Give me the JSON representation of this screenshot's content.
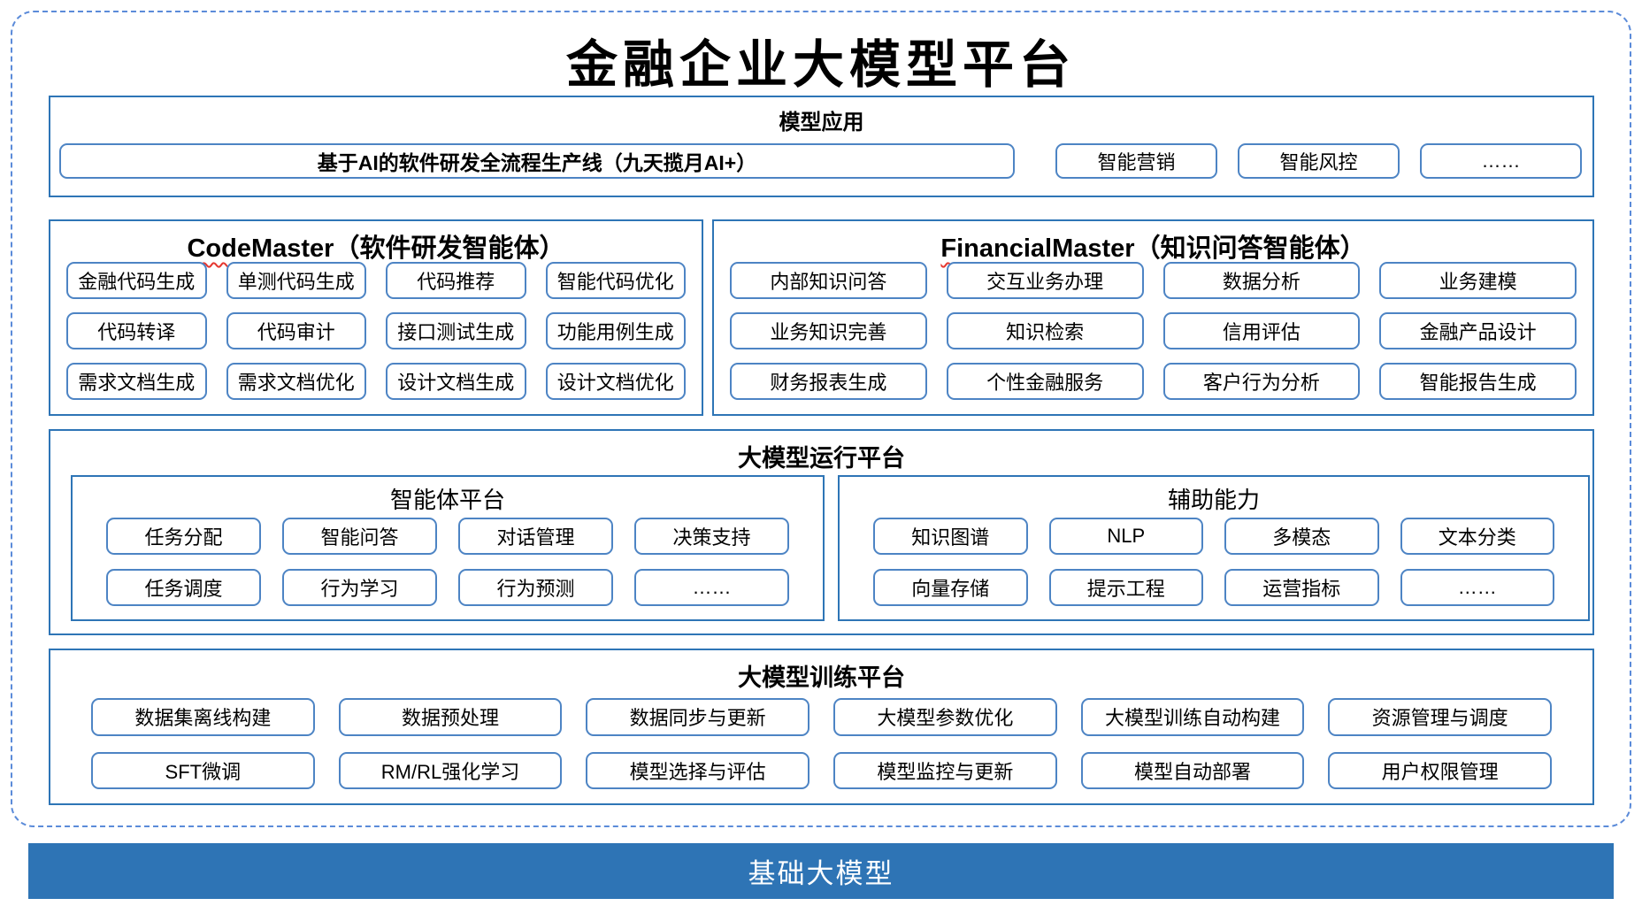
{
  "page_title": "金融企业大模型平台",
  "model_app": {
    "title": "模型应用",
    "pipeline": "基于AI的软件研发全流程生产线（九天揽月AI+）",
    "items": [
      "智能营销",
      "智能风控",
      "……"
    ]
  },
  "code_master": {
    "name": "CodeMaster",
    "subtitle": "（软件研发智能体）",
    "items": [
      "金融代码生成",
      "单测代码生成",
      "代码推荐",
      "智能代码优化",
      "代码转译",
      "代码审计",
      "接口测试生成",
      "功能用例生成",
      "需求文档生成",
      "需求文档优化",
      "设计文档生成",
      "设计文档优化"
    ]
  },
  "financial_master": {
    "name": "FinancialMaster",
    "subtitle": "（知识问答智能体）",
    "items": [
      "内部知识问答",
      "交互业务办理",
      "数据分析",
      "业务建模",
      "业务知识完善",
      "知识检索",
      "信用评估",
      "金融产品设计",
      "财务报表生成",
      "个性金融服务",
      "客户行为分析",
      "智能报告生成"
    ]
  },
  "runtime": {
    "title": "大模型运行平台",
    "agent_platform": {
      "title": "智能体平台",
      "items": [
        "任务分配",
        "智能问答",
        "对话管理",
        "决策支持",
        "任务调度",
        "行为学习",
        "行为预测",
        "……"
      ]
    },
    "aux_capability": {
      "title": "辅助能力",
      "items": [
        "知识图谱",
        "NLP",
        "多模态",
        "文本分类",
        "向量存储",
        "提示工程",
        "运营指标",
        "……"
      ]
    }
  },
  "training": {
    "title": "大模型训练平台",
    "items": [
      "数据集离线构建",
      "数据预处理",
      "数据同步与更新",
      "大模型参数优化",
      "大模型训练自动构建",
      "资源管理与调度",
      "SFT微调",
      "RM/RL强化学习",
      "模型选择与评估",
      "模型监控与更新",
      "模型自动部署",
      "用户权限管理"
    ]
  },
  "foundation": {
    "title": "基础大模型"
  },
  "colors": {
    "section_border": "#2e75b6",
    "item_border": "#4d84c4",
    "dashed_border": "#5b8bd9",
    "foundation_bg": "#2e74b5",
    "foundation_text": "#ffffff",
    "squiggle": "#e5372f"
  }
}
